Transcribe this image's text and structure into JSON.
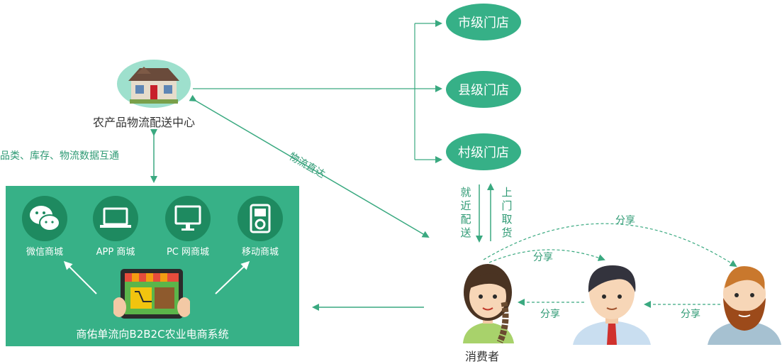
{
  "stores": {
    "city": "市级门店",
    "county": "县级门店",
    "village": "村级门店"
  },
  "center": {
    "label": "农产品物流配送中心",
    "icon": "house-icon"
  },
  "data_sync_label": "品类、库存、物流数据互通",
  "direct_logistics_label": "物流直达",
  "nearby_delivery_label": "就\n近\n配\n送",
  "pickup_label": "上\n门\n取\n货",
  "share_labels": [
    "分享",
    "分享",
    "分享",
    "分享"
  ],
  "consumer_label": "消费者",
  "channels": [
    {
      "label": "微信商城",
      "icon": "wechat-icon"
    },
    {
      "label": "APP 商城",
      "icon": "laptop-icon"
    },
    {
      "label": "PC 网商城",
      "icon": "monitor-icon"
    },
    {
      "label": "移动商城",
      "icon": "mobile-device-icon"
    }
  ],
  "system_label": "商佑单流向B2B2C农业电商系统",
  "colors": {
    "green": "#36b087",
    "dark_green": "#1e8a60",
    "arrow": "#3aa980"
  }
}
